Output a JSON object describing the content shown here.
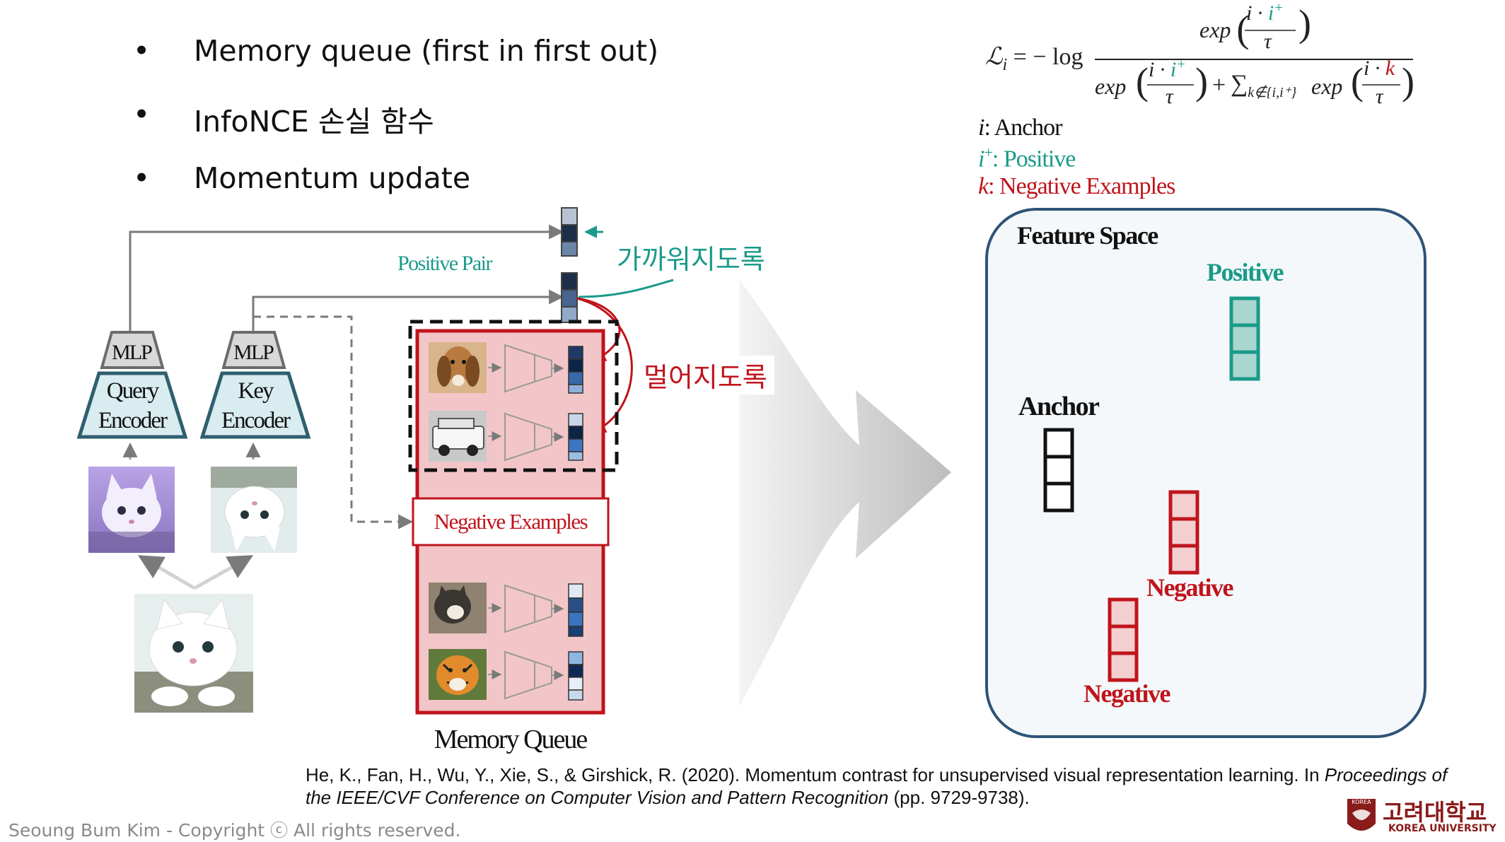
{
  "bullets": [
    "Memory queue (first in first out)",
    "InfoNCE 손실 함수",
    "Momentum update"
  ],
  "bullet_symbol": "•",
  "formula": {
    "lhs": "ℒ",
    "lhs_sub": "i",
    "eq": "= − log",
    "exp": "exp",
    "i_dot": "i ·",
    "i_plus_base": "i",
    "plus_sup": "+",
    "tau": "τ",
    "plus_sign": "+",
    "sum": "∑",
    "sum_sub": "k∉{i,i⁺}",
    "k": "k"
  },
  "legend": {
    "anchor_sym": "i",
    "anchor_text": ": Anchor",
    "positive_sym": "i",
    "positive_sup": "+",
    "positive_text": ": Positive",
    "negative_sym": "k",
    "negative_text": ": Negative Examples"
  },
  "diagram": {
    "mlp_label": "MLP",
    "query_encoder_line1": "Query",
    "query_encoder_line2": "Encoder",
    "key_encoder_line1": "Key",
    "key_encoder_line2": "Encoder",
    "positive_pair": "Positive Pair",
    "closer_label": "가까워지도록",
    "farther_label": "멀어지도록",
    "negative_examples": "Negative Examples",
    "memory_queue": "Memory Queue"
  },
  "feature_space": {
    "title": "Feature Space",
    "positive": "Positive",
    "anchor": "Anchor",
    "negative_1": "Negative",
    "negative_2": "Negative"
  },
  "citation": {
    "plain": "He, K., Fan, H., Wu, Y., Xie, S., & Girshick, R. (2020). Momentum contrast for unsupervised visual representation learning. In ",
    "italic_1": "Proceedings of",
    "italic_2": "the IEEE/CVF Conference on Computer Vision and Pattern Recognition",
    "pages": " (pp. 9729-9738)."
  },
  "footer": {
    "copyright": "Seoung Bum Kim - Copyright ⓒ All rights reserved.",
    "logo_korean": "고려대학교",
    "logo_english": "KOREA UNIVERSITY",
    "seal_text": "KOREA"
  },
  "colors": {
    "teal": "#1a9a8a",
    "red": "#c0141c",
    "navy": "#2f5477",
    "encoder_fill": "#d9ecef",
    "queue_fill": "#f2c6c8"
  }
}
